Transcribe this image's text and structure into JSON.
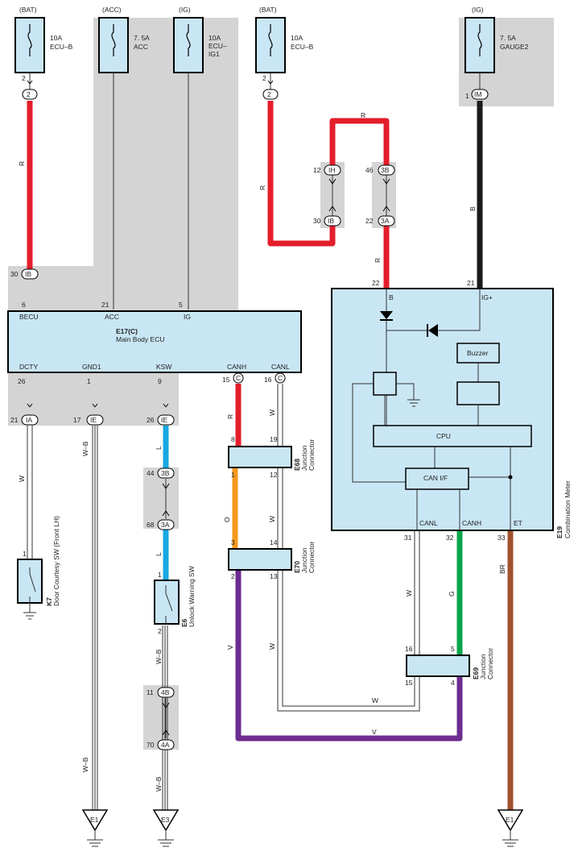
{
  "colors": {
    "red": "#e41d2b",
    "black": "#1a1a1a",
    "blue": "#17a8e3",
    "orange": "#f59a1e",
    "purple": "#6d2c8f",
    "green": "#0aa64a",
    "brown": "#a0522d",
    "box_fill": "#c9e6f5",
    "shade": "#d4d4d4"
  },
  "fuses": [
    {
      "id": "fuse-bat-1",
      "source": "(BAT)",
      "rating": "10A",
      "name": "ECU–B",
      "pin": "2",
      "conn": "2"
    },
    {
      "id": "fuse-acc",
      "source": "(ACC)",
      "rating": "7. 5A",
      "name": "ACC"
    },
    {
      "id": "fuse-ig-1",
      "source": "(IG)",
      "rating": "10A",
      "name": "ECU–",
      "name2": "IG1"
    },
    {
      "id": "fuse-bat-2",
      "source": "(BAT)",
      "rating": "10A",
      "name": "ECU–B",
      "pin": "2",
      "conn": "2"
    },
    {
      "id": "fuse-ig-2",
      "source": "(IG)",
      "rating": "7. 5A",
      "name": "GAUGE2",
      "pin": "1",
      "conn": "IM"
    }
  ],
  "ecu": {
    "code": "E17(C)",
    "name": "Main Body ECU",
    "top_pins": [
      {
        "label": "BECU",
        "pin": "6"
      },
      {
        "label": "ACC",
        "pin": "21"
      },
      {
        "label": "IG",
        "pin": "5"
      }
    ],
    "bottom_pins": [
      {
        "label": "DCTY",
        "pin": "26"
      },
      {
        "label": "GND1",
        "pin": "1"
      },
      {
        "label": "KSW",
        "pin": "9"
      },
      {
        "label": "CANH",
        "pin": "15",
        "conn": "C"
      },
      {
        "label": "CANL",
        "pin": "16",
        "conn": "C"
      }
    ]
  },
  "connectors": {
    "ib_top": {
      "pin": "30",
      "conn": "IB"
    },
    "ih": {
      "pin": "12",
      "conn": "IH"
    },
    "ib_mid": {
      "pin": "30",
      "conn": "IB"
    },
    "c3b_top": {
      "pin": "46",
      "conn": "3B"
    },
    "c3a_top": {
      "pin": "22",
      "conn": "3A"
    },
    "ia": {
      "pin": "21",
      "conn": "IA"
    },
    "ie_1": {
      "pin": "17",
      "conn": "IE"
    },
    "ie_2": {
      "pin": "26",
      "conn": "IE"
    },
    "c3b_mid": {
      "pin": "44",
      "conn": "3B"
    },
    "c3a_mid": {
      "pin": "68",
      "conn": "3A"
    },
    "c4b": {
      "pin": "11",
      "conn": "4B"
    },
    "c4a": {
      "pin": "70",
      "conn": "4A"
    }
  },
  "wire_labels": {
    "r1": "R",
    "r2": "R",
    "r3": "R",
    "r4": "R",
    "r5": "R",
    "b": "B",
    "w1": "W",
    "wb1": "W–B",
    "wb2": "W–B",
    "wb3": "W–B",
    "wb4": "W–B",
    "l1": "L",
    "l2": "L",
    "o": "O",
    "v1": "V",
    "v2": "V",
    "w2": "W",
    "w3": "W",
    "w4": "W",
    "w5": "W",
    "w6": "W",
    "g": "G",
    "br": "BR"
  },
  "meter": {
    "code": "E19",
    "name": "Combination Meter",
    "pins_top": [
      {
        "label": "B",
        "pin": "22"
      },
      {
        "label": "IG+",
        "pin": "21"
      }
    ],
    "pins_bottom": [
      {
        "label": "CANL",
        "pin": "31"
      },
      {
        "label": "CANH",
        "pin": "32"
      },
      {
        "label": "ET",
        "pin": "33"
      }
    ],
    "buzzer": "Buzzer",
    "cpu": "CPU",
    "can_if": "CAN I/F"
  },
  "junctions": {
    "e68": {
      "code": "E68",
      "name": "Junction",
      "name2": "Connector",
      "p1": "8",
      "p2": "19",
      "p3": "1",
      "p4": "12"
    },
    "e70": {
      "code": "E70",
      "name": "Junction",
      "name2": "Connector",
      "p1": "3",
      "p2": "14",
      "p3": "2",
      "p4": "13"
    },
    "e69": {
      "code": "E69",
      "name": "Junction",
      "name2": "Connector",
      "p1": "16",
      "p2": "5",
      "p3": "15",
      "p4": "4"
    }
  },
  "switches": {
    "k7": {
      "code": "K7",
      "name": "Door Courtesy SW (Front LH)",
      "pin": "1"
    },
    "e6": {
      "code": "E6",
      "name": "Unlock Warning SW",
      "pin1": "1",
      "pin2": "2"
    }
  },
  "grounds": [
    {
      "label": "E1"
    },
    {
      "label": "E3"
    },
    {
      "label": "E1"
    }
  ]
}
